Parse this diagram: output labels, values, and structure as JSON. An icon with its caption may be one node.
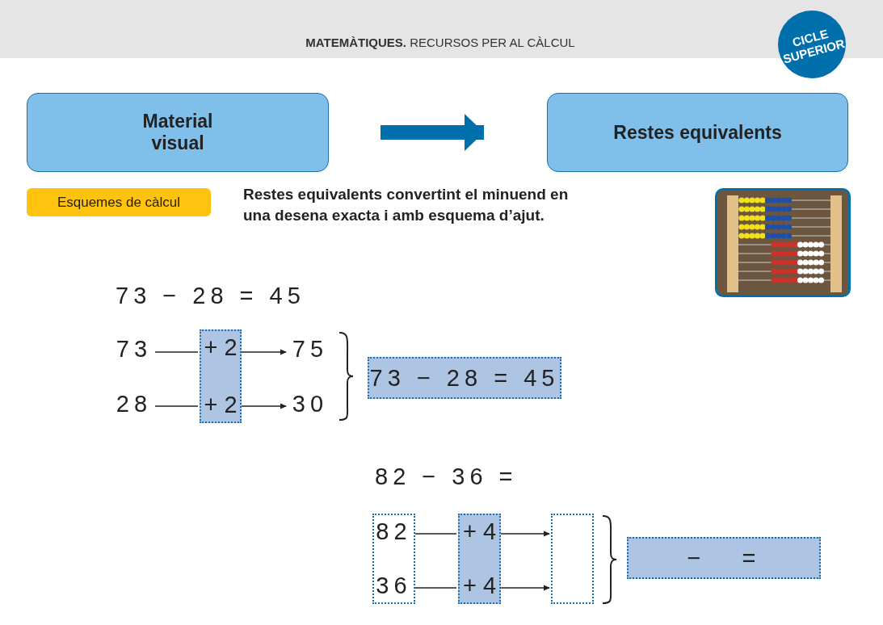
{
  "diagram": {
    "nodes": [
      {
        "text": [
          "Material visual"
        ]
      },
      {
        "text": [
          "Restes equivalents"
        ]
      },
      {
        "text": [
          "Esquemes de càlcul"
        ]
      },
      {
        "text": [
          "CICLE SUPERIOR"
        ]
      },
      {
        "text": [],
        "shape": "picture"
      },
      {
        "text": [
          "73"
        ]
      },
      {
        "text": [
          "28"
        ]
      },
      {
        "text": [
          "+ 2",
          "+ 2"
        ]
      },
      {
        "text": [
          "75"
        ]
      },
      {
        "text": [
          "30"
        ]
      },
      {
        "text": [
          "73 − 28 = 45"
        ]
      },
      {
        "text": [
          "82",
          "36"
        ]
      },
      {
        "text": [
          "+ 4",
          "+ 4"
        ]
      },
      {
        "text": [],
        "shape": "box"
      },
      {
        "text": [
          "−",
          "="
        ]
      }
    ],
    "edges": [
      {
        "from": 0,
        "to": 1,
        "arrow": "to",
        "style": "thick",
        "color": "#0070ac"
      },
      {
        "from": 5,
        "to": 7,
        "arrow": "none"
      },
      {
        "from": 7,
        "to": 8,
        "arrow": "to"
      },
      {
        "from": 6,
        "to": 7,
        "arrow": "none"
      },
      {
        "from": 7,
        "to": 9,
        "arrow": "to"
      },
      {
        "from": 11,
        "to": 12,
        "arrow": "none"
      },
      {
        "from": 12,
        "to": 13,
        "arrow": "to"
      },
      {
        "from": 11,
        "to": 12,
        "arrow": "none"
      },
      {
        "from": 12,
        "to": 13,
        "arrow": "to"
      }
    ],
    "labels": [
      "**MATEMÀTIQUES.** RECURSOS PER AL CÀLCUL",
      "Restes equivalents convertint el minuend en una desena exacta i amb esquema d’ajut.",
      "73 − 28 = 45",
      "82 − 36 ="
    ]
  }
}
